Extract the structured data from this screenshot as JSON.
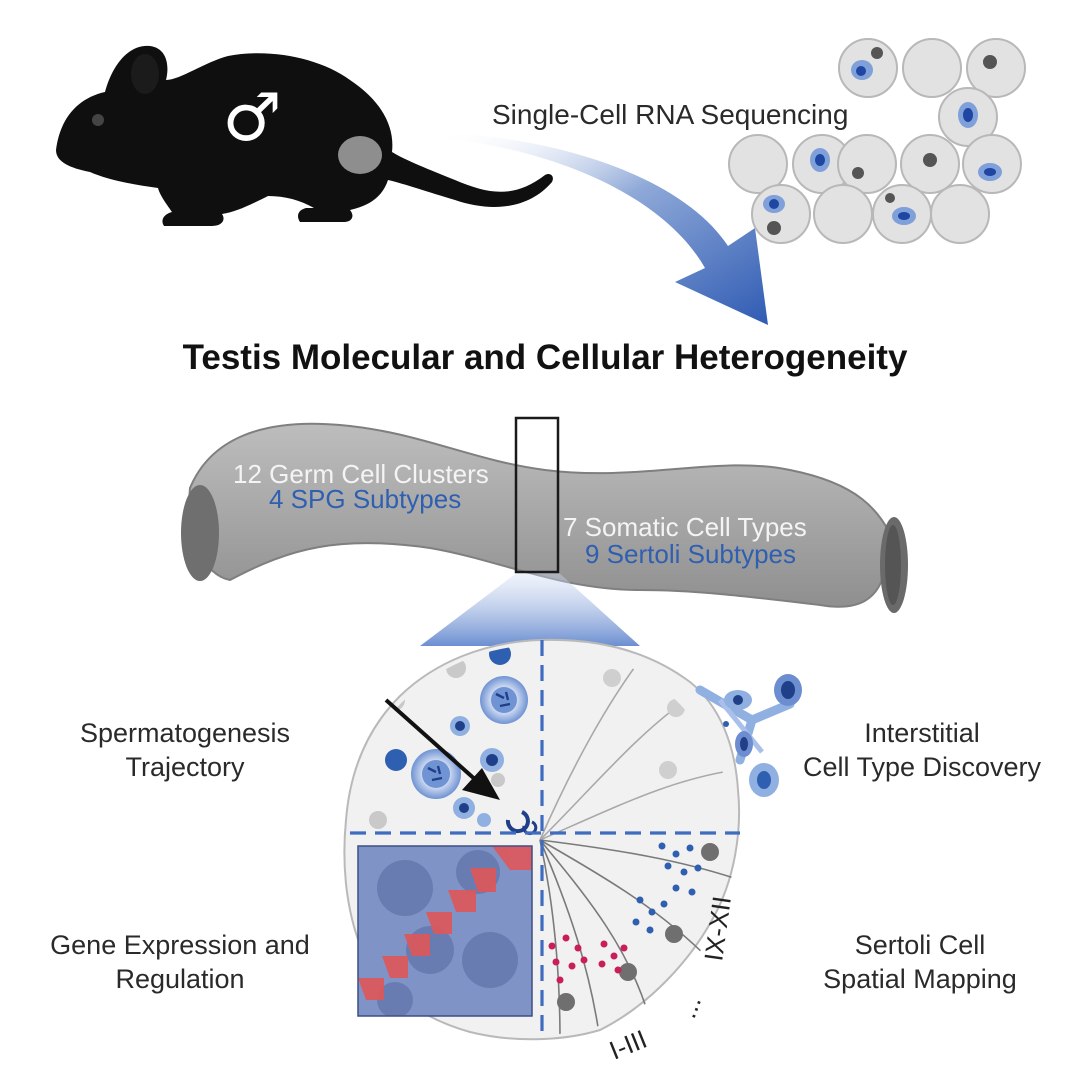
{
  "title": "Testis Molecular and Cellular Heterogeneity",
  "scrna_label": "Single-Cell RNA Sequencing",
  "male_symbol": "♂",
  "tube": {
    "germ_clusters": "12 Germ Cell Clusters",
    "spg_subtypes": "4 SPG Subtypes",
    "somatic_types": "7 Somatic Cell Types",
    "sertoli_subtypes": "9 Sertoli Subtypes"
  },
  "quadrants": {
    "top_left": [
      "Spermatogenesis",
      "Trajectory"
    ],
    "top_right": [
      "Interstitial",
      "Cell Type Discovery"
    ],
    "bottom_left": [
      "Gene Expression and",
      "Regulation"
    ],
    "bottom_right": [
      "Sertoli Cell",
      "Spatial Mapping"
    ]
  },
  "stage_labels": {
    "late": "IX-XII",
    "mid": "...",
    "early": "I-III"
  },
  "colors": {
    "accent_blue": "#2f5fb0",
    "dark_blue": "#1f3f88",
    "light_blue": "#8fb0e0",
    "tube_gray": "#a8a8a8",
    "magenta": "#c81e5a",
    "heatmap_blue": "#7f93c6",
    "heatmap_red": "#e0575a",
    "cell_gray": "#e3e3e3"
  }
}
